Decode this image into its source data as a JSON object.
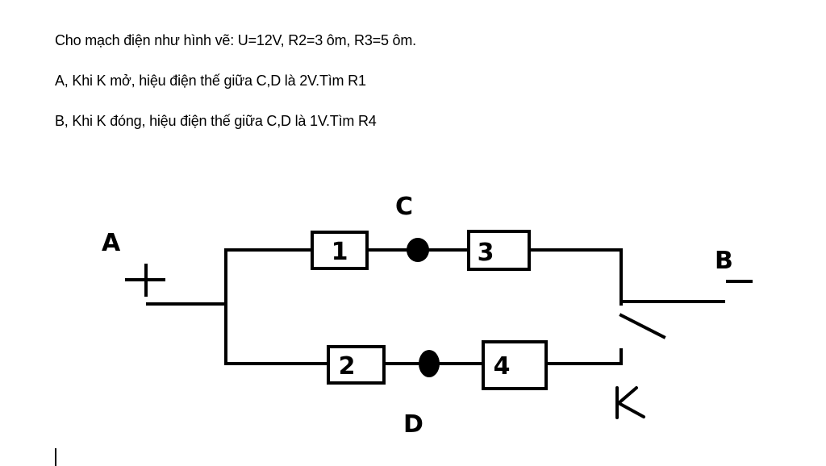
{
  "problem": {
    "line1": "Cho mạch điện như hình  vẽ: U=12V, R2=3 ôm, R3=5 ôm.",
    "line2": "A, Khi K mở, hiệu điện thế giữa C,D là 2V.Tìm R1",
    "line3": "B, Khi K đóng, hiệu điện thế giữa C,D là 1V.Tìm R4"
  },
  "circuit": {
    "node_a": "A",
    "plus_sign": "+",
    "node_b": "B",
    "minus_sign": "-",
    "node_c": "C",
    "node_d": "D",
    "switch_label": "K",
    "resistors": {
      "r1": "1",
      "r2": "2",
      "r3": "3",
      "r4": "4"
    }
  }
}
